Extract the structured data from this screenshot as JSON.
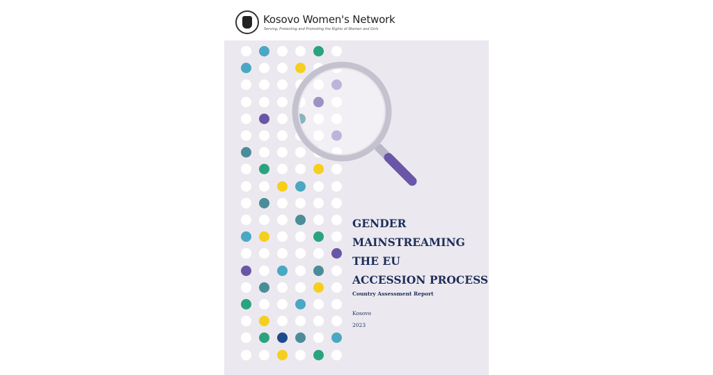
{
  "header": {
    "org_name": "Kosovo Women's Network",
    "org_tagline": "Serving, Protecting and Promoting the Rights of Women and Girls"
  },
  "title_lines": [
    "GENDER",
    "MAINSTREAMING",
    "THE EU",
    "ACCESSION PROCESS"
  ],
  "subtitle": "Country Assessment Report",
  "country": "Kosovo",
  "year": "2023",
  "colors": {
    "background": "#ebe9ef",
    "white_dot": "#ffffff",
    "teal": "#4aa8c4",
    "green": "#2aa37f",
    "yellow": "#f6cf1e",
    "purple": "#6a56a7",
    "light_purple": "#9c8cc8",
    "dark_teal": "#4a8d99",
    "navy": "#1e4b8c",
    "title": "#1f2e5a"
  },
  "dot_grid": {
    "colored": [
      {
        "c": 1,
        "r": 0,
        "color": "teal"
      },
      {
        "c": 4,
        "r": 0,
        "color": "green"
      },
      {
        "c": 0,
        "r": 1,
        "color": "teal"
      },
      {
        "c": 3,
        "r": 1,
        "color": "yellow"
      },
      {
        "c": 5,
        "r": 2,
        "color": "light_purple"
      },
      {
        "c": 4,
        "r": 3,
        "color": "purple"
      },
      {
        "c": 1,
        "r": 4,
        "color": "purple"
      },
      {
        "c": 3,
        "r": 4,
        "color": "dark_teal"
      },
      {
        "c": 5,
        "r": 5,
        "color": "light_purple"
      },
      {
        "c": 0,
        "r": 6,
        "color": "dark_teal"
      },
      {
        "c": 1,
        "r": 7,
        "color": "green"
      },
      {
        "c": 4,
        "r": 7,
        "color": "yellow"
      },
      {
        "c": 2,
        "r": 8,
        "color": "yellow"
      },
      {
        "c": 3,
        "r": 8,
        "color": "teal"
      },
      {
        "c": 1,
        "r": 9,
        "color": "dark_teal"
      },
      {
        "c": 3,
        "r": 10,
        "color": "dark_teal"
      },
      {
        "c": 0,
        "r": 11,
        "color": "teal"
      },
      {
        "c": 1,
        "r": 11,
        "color": "yellow"
      },
      {
        "c": 4,
        "r": 11,
        "color": "green"
      },
      {
        "c": 5,
        "r": 12,
        "color": "purple"
      },
      {
        "c": 0,
        "r": 13,
        "color": "purple"
      },
      {
        "c": 2,
        "r": 13,
        "color": "teal"
      },
      {
        "c": 4,
        "r": 13,
        "color": "dark_teal"
      },
      {
        "c": 1,
        "r": 14,
        "color": "dark_teal"
      },
      {
        "c": 4,
        "r": 14,
        "color": "yellow"
      },
      {
        "c": 0,
        "r": 15,
        "color": "green"
      },
      {
        "c": 3,
        "r": 15,
        "color": "teal"
      },
      {
        "c": 1,
        "r": 16,
        "color": "yellow"
      },
      {
        "c": 1,
        "r": 17,
        "color": "green"
      },
      {
        "c": 2,
        "r": 17,
        "color": "navy"
      },
      {
        "c": 3,
        "r": 17,
        "color": "dark_teal"
      },
      {
        "c": 5,
        "r": 17,
        "color": "teal"
      },
      {
        "c": 2,
        "r": 18,
        "color": "yellow"
      },
      {
        "c": 4,
        "r": 18,
        "color": "green"
      }
    ]
  }
}
